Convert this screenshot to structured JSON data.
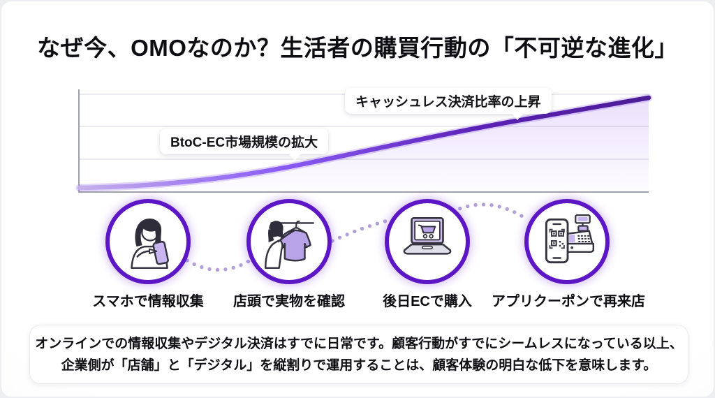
{
  "page": {
    "title": "なぜ今、OMOなのか？生活者の購買行動の「不可逆な進化」"
  },
  "chart": {
    "bubble_ec": "BtoC-EC市場規模の拡大",
    "bubble_cashless": "キャッシュレス決済比率の上昇"
  },
  "chart_data": {
    "type": "area",
    "title": "",
    "xlabel": "",
    "ylabel": "",
    "tick_labels": "none shown (conceptual growth curve)",
    "grid": true,
    "annotations": [
      "BtoC-EC市場規模の拡大",
      "キャッシュレス決済比率の上昇"
    ],
    "series": [
      {
        "name": "growth-curve",
        "points_norm_xy": [
          [
            0.0,
            0.03
          ],
          [
            0.23,
            0.08
          ],
          [
            0.38,
            0.26
          ],
          [
            0.6,
            0.48
          ],
          [
            0.76,
            0.69
          ],
          [
            1.0,
            0.92
          ]
        ]
      }
    ],
    "legend": "none"
  },
  "steps": [
    {
      "label": "スマホで情報収集",
      "icon": "woman-smartphone-icon"
    },
    {
      "label": "店頭で実物を確認",
      "icon": "store-try-on-icon"
    },
    {
      "label": "後日ECで購入",
      "icon": "laptop-cart-icon"
    },
    {
      "label": "アプリクーポンで再来店",
      "icon": "phone-qr-register-icon"
    }
  ],
  "footer": {
    "line1": "オンラインでの情報収集やデジタル決済はすでに日常です。顧客行動がすでにシームレスになっている以上、",
    "line2": "企業側が「店舗」と「デジタル」を縦割りで運用することは、顧客体験の明白な低下を意味します。"
  },
  "colors": {
    "accent_purple": "#5c16c6",
    "curve_dark": "#4c1d95",
    "curve_mid": "#7c3aed",
    "curve_light": "#c4b0ea",
    "connector_dots": "#b3a2d9",
    "icon_fill_purple": "#b9a3e8",
    "axis_gray": "#9fa1aa"
  }
}
